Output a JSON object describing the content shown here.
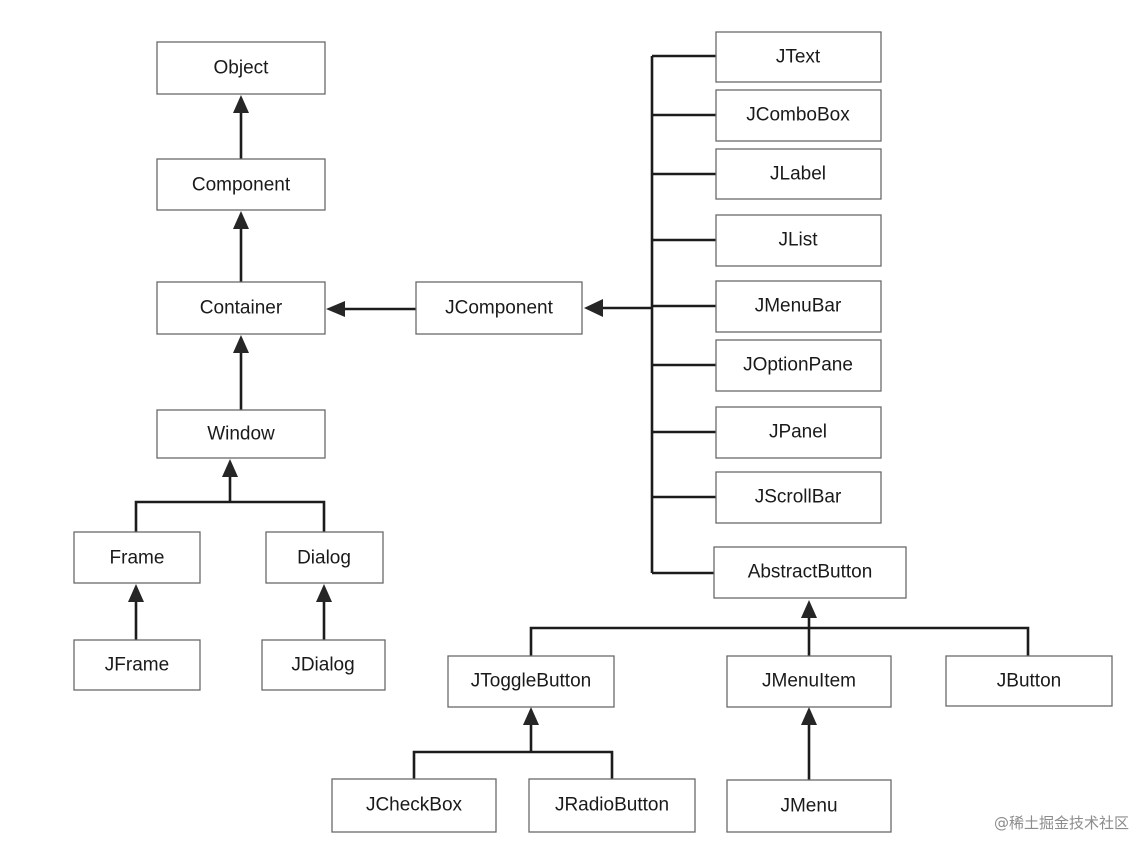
{
  "nodes": {
    "object": "Object",
    "component": "Component",
    "container": "Container",
    "window": "Window",
    "frame": "Frame",
    "dialog": "Dialog",
    "jframe": "JFrame",
    "jdialog": "JDialog",
    "jcomponent": "JComponent",
    "jtext": "JText",
    "jcombobox": "JComboBox",
    "jlabel": "JLabel",
    "jlist": "JList",
    "jmenubar": "JMenuBar",
    "joptionpane": "JOptionPane",
    "jpanel": "JPanel",
    "jscrollbar": "JScrollBar",
    "abstractbutton": "AbstractButton",
    "jtogglebutton": "JToggleButton",
    "jmenuitem": "JMenuItem",
    "jbutton": "JButton",
    "jcheckbox": "JCheckBox",
    "jradiobutton": "JRadioButton",
    "jmenu": "JMenu"
  },
  "watermark": "@稀土掘金技术社区",
  "colors": {
    "box_border": "#6a6a6a",
    "edge": "#1c1c1c",
    "text": "#1a1a1a",
    "watermark": "#8c8c8c"
  }
}
